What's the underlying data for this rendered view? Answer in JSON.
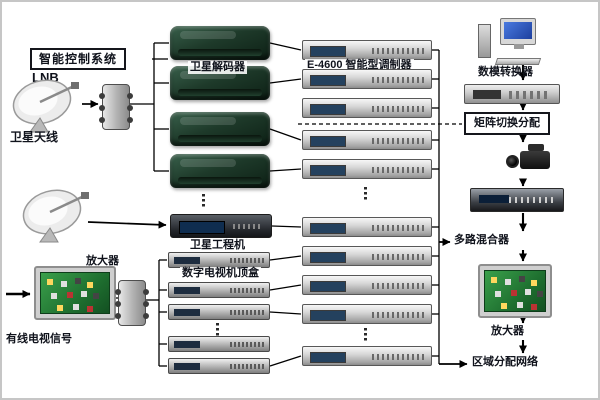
{
  "diagram": {
    "labels": {
      "control_system": "智能控制系统",
      "lnb": "LNB",
      "satellite_antenna": "卫星天线",
      "satellite_decoder": "卫星解码器",
      "modulator": "E-4600 智能型调制器",
      "da_converter": "数模转换器",
      "matrix_switch": "矩阵切换分配",
      "engineering_receiver": "卫星工程机",
      "multiplexer": "多路混合器",
      "amplifier_top": "放大器",
      "stb": "数字电视机顶盒",
      "cable_signal": "有线电视信号",
      "amplifier_bottom": "放大器",
      "distribution_network": "区域分配网络"
    },
    "colors": {
      "line": "#000000",
      "label_text": "#10131c",
      "decoder_green": "#1e3a2a",
      "pcb_green": "#2e8b3a",
      "screen_blue": "#2a5bb8",
      "device_silver": "#c9c9c9",
      "background": "#ffffff"
    },
    "devices": {
      "decoder_count": 4,
      "modulator_count": 10,
      "stb_count": 5
    }
  }
}
